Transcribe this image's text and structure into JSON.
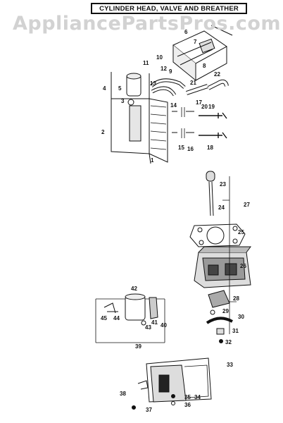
{
  "header": {
    "topline": "",
    "title": "CYLINDER HEAD, VALVE AND BREATHER"
  },
  "watermark": "AppliancePartsPros.com",
  "callouts": [
    "1",
    "2",
    "3",
    "4",
    "5",
    "6",
    "7",
    "8",
    "9",
    "10",
    "11",
    "12",
    "13",
    "14",
    "15",
    "16",
    "17",
    "18",
    "19",
    "20",
    "21",
    "22",
    "23",
    "24",
    "25",
    "26",
    "27",
    "28",
    "29",
    "30",
    "31",
    "32",
    "33",
    "34",
    "35",
    "36",
    "37",
    "38",
    "39",
    "40",
    "41",
    "42",
    "43",
    "44",
    "45"
  ]
}
